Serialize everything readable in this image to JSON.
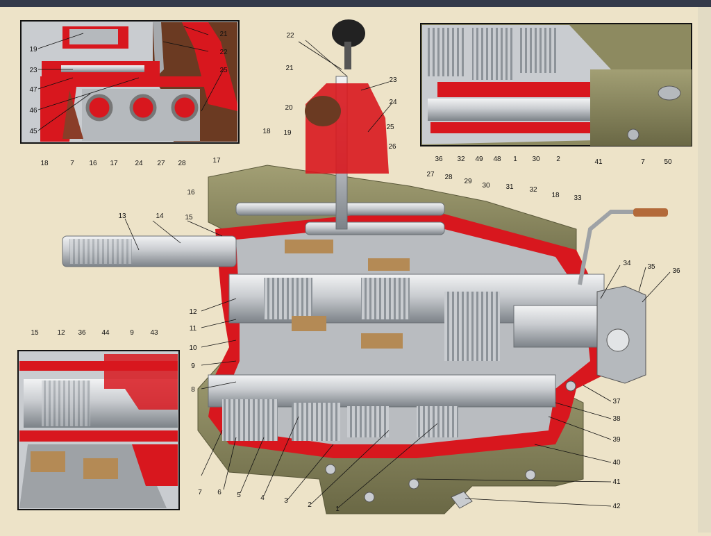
{
  "colors": {
    "page": "#ede3c8",
    "topbar": "#343a4a",
    "cut": "#d8171e",
    "metal": "#c9ccd0",
    "metal_dark": "#8d9399",
    "housing": "#8d8a60",
    "housing_dark": "#6a6845",
    "brown": "#6b3a22",
    "inset_border": "#111111"
  },
  "callouts": {
    "inset_top_left": [
      "19",
      "21",
      "22",
      "23",
      "47",
      "25",
      "46",
      "45",
      "18",
      "7",
      "16",
      "17",
      "24",
      "27",
      "28"
    ],
    "inset_top_right": [
      "36",
      "32",
      "49",
      "48",
      "1",
      "30",
      "2",
      "41",
      "7",
      "50"
    ],
    "inset_bottom_left": [
      "15",
      "12",
      "36",
      "44",
      "9",
      "43"
    ],
    "main_top": [
      "22",
      "21",
      "23",
      "20",
      "24",
      "25",
      "26",
      "18",
      "19",
      "17",
      "27",
      "28",
      "29",
      "30",
      "31",
      "32",
      "16",
      "18",
      "33",
      "13",
      "14",
      "15"
    ],
    "main_left": [
      "12",
      "11",
      "10",
      "9",
      "8"
    ],
    "main_right": [
      "34",
      "35",
      "36",
      "37",
      "38",
      "39",
      "40",
      "41",
      "42"
    ],
    "main_bottom": [
      "7",
      "6",
      "5",
      "4",
      "3",
      "2",
      "1"
    ]
  }
}
